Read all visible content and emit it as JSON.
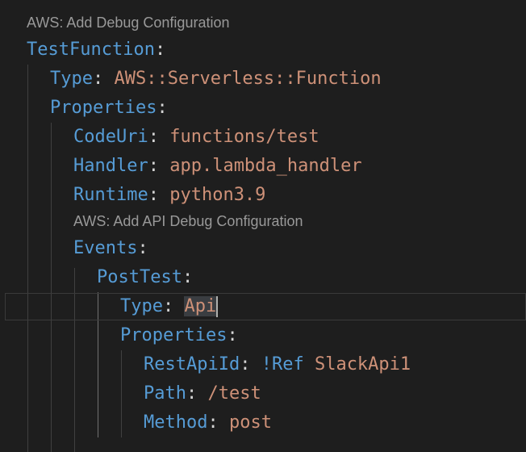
{
  "codelens": {
    "top": "AWS: Add Debug Configuration",
    "api": "AWS: Add API Debug Configuration"
  },
  "lines": {
    "l1": {
      "key": "TestFunction",
      "colon": ":"
    },
    "l2": {
      "key": "Type",
      "colon": ":",
      "value": "AWS::Serverless::Function"
    },
    "l3": {
      "key": "Properties",
      "colon": ":"
    },
    "l4": {
      "key": "CodeUri",
      "colon": ":",
      "value": "functions/test"
    },
    "l5": {
      "key": "Handler",
      "colon": ":",
      "value": "app.lambda_handler"
    },
    "l6": {
      "key": "Runtime",
      "colon": ":",
      "value": "python3.9"
    },
    "l7": {
      "key": "Events",
      "colon": ":"
    },
    "l8": {
      "key": "PostTest",
      "colon": ":"
    },
    "l9": {
      "key": "Type",
      "colon": ":",
      "value": "Api"
    },
    "l10": {
      "key": "Properties",
      "colon": ":"
    },
    "l11": {
      "key": "RestApiId",
      "colon": ":",
      "tag": "!Ref",
      "value": "SlackApi1"
    },
    "l12": {
      "key": "Path",
      "colon": ":",
      "value": "/test"
    },
    "l13": {
      "key": "Method",
      "colon": ":",
      "value": "post"
    }
  },
  "colors": {
    "background": "#1e1e1e",
    "key": "#569cd6",
    "value": "#ce9178",
    "codelens": "#999999"
  }
}
